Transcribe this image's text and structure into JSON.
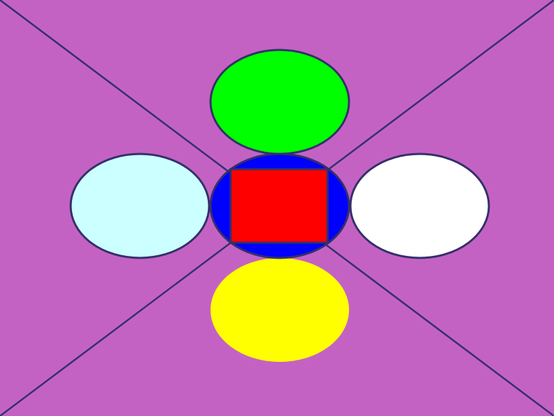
{
  "colors": {
    "background": "#C462C4",
    "outline": "#34306A",
    "diagonal_lines": "#34306A",
    "top_ellipse": "#00FF00",
    "left_ellipse": "#CCFFFF",
    "center_ellipse": "#0000FF",
    "center_square": "#FF0000",
    "right_ellipse": "#FFFFFF",
    "bottom_ellipse": "#FFFF00"
  },
  "shapes": [
    {
      "id": "top-ellipse",
      "kind": "ellipse",
      "color_key": "top_ellipse",
      "outlined": true
    },
    {
      "id": "left-ellipse",
      "kind": "ellipse",
      "color_key": "left_ellipse",
      "outlined": true
    },
    {
      "id": "right-ellipse",
      "kind": "ellipse",
      "color_key": "right_ellipse",
      "outlined": true
    },
    {
      "id": "bottom-ellipse",
      "kind": "ellipse",
      "color_key": "bottom_ellipse",
      "outlined": false
    },
    {
      "id": "center-ellipse",
      "kind": "ellipse",
      "color_key": "center_ellipse",
      "outlined": true
    },
    {
      "id": "center-square",
      "kind": "rect",
      "color_key": "center_square",
      "outlined": true
    }
  ]
}
